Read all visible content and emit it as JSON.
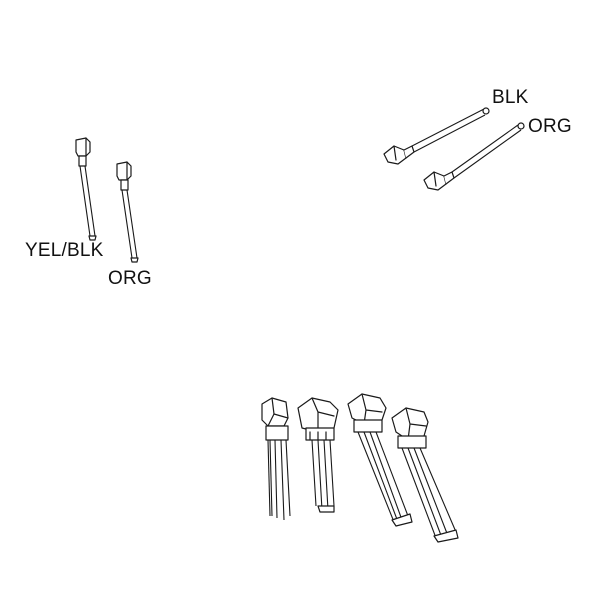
{
  "labels": {
    "yel_blk": "YEL/BLK",
    "org_left": "ORG",
    "blk": "BLK",
    "org_right": "ORG"
  }
}
